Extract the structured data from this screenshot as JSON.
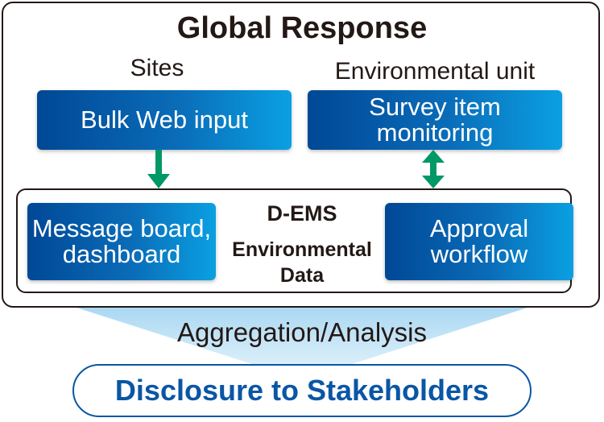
{
  "title": "Global Response",
  "sites": {
    "label": "Sites",
    "box": "Bulk Web input"
  },
  "environmental_unit": {
    "label": "Environmental unit",
    "box_line1": "Survey item",
    "box_line2": "monitoring"
  },
  "d_ems": {
    "title": "D-EMS",
    "subtitle_line1": "Environmental",
    "subtitle_line2": "Data",
    "left_box_line1": "Message board,",
    "left_box_line2": "dashboard",
    "right_box_line1": "Approval",
    "right_box_line2": "workflow"
  },
  "aggregation": "Aggregation/Analysis",
  "disclosure": "Disclosure to Stakeholders",
  "arrows": {
    "sites_to_dems": "down-arrow",
    "unit_dems": "bidirectional-arrow"
  },
  "colors": {
    "box_gradient_start": "#004896",
    "box_gradient_end": "#0aa0e2",
    "arrow": "#009867",
    "disclosure_text": "#0a56a5",
    "funnel": "#b9e0f5",
    "outline": "#231815"
  }
}
